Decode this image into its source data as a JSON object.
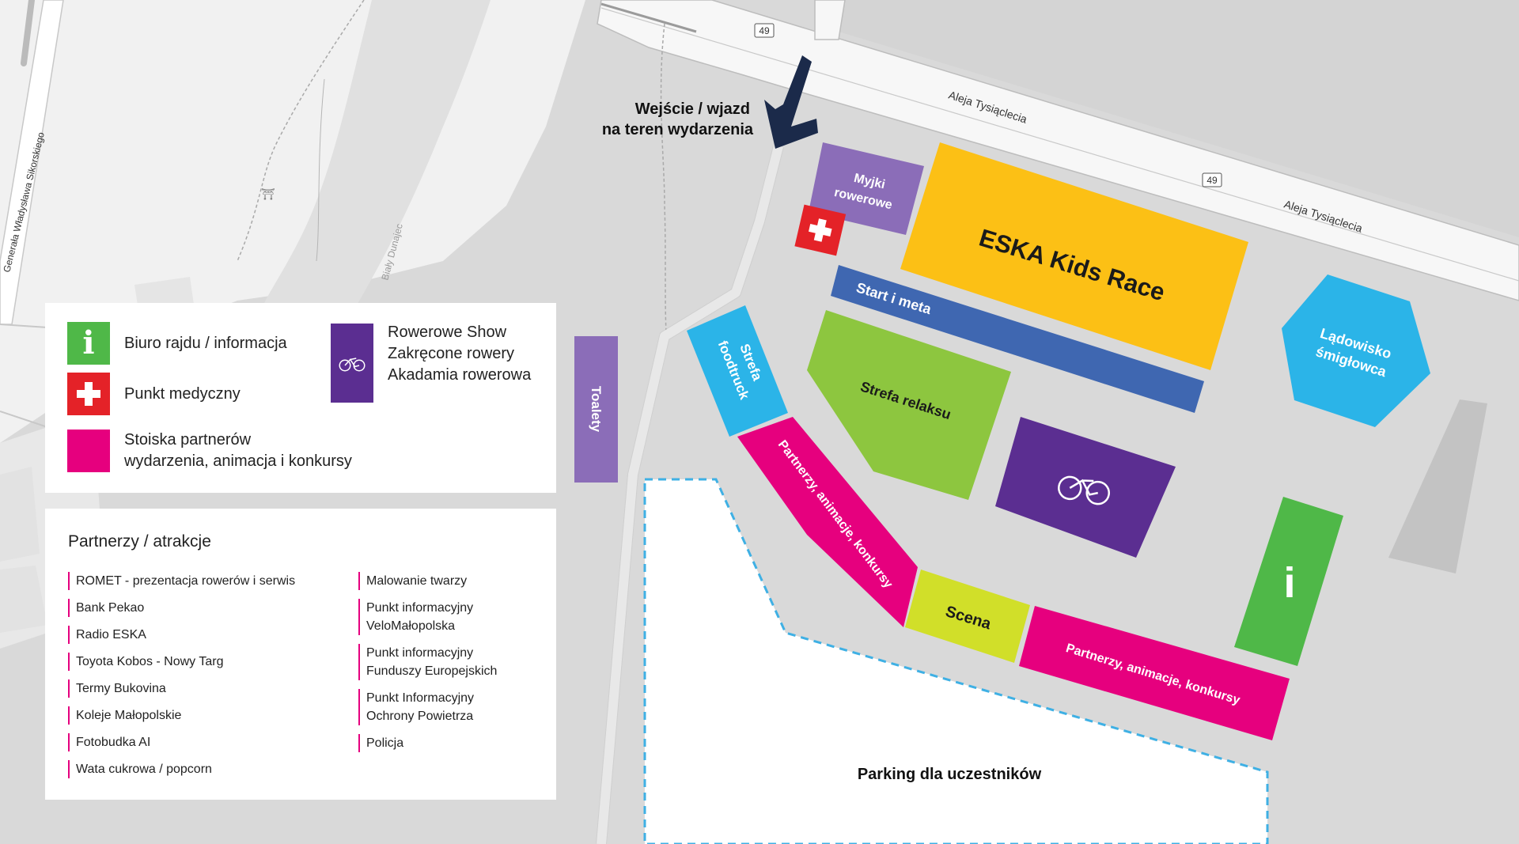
{
  "roads": {
    "main_road_1": "Aleja Tysiąclecia",
    "main_road_2": "Aleja Tysiąclecia",
    "road_number_1": "49",
    "road_number_2": "49",
    "side_street": "Generała Władysława Sikorskiego",
    "river": "Biały Dunajec"
  },
  "entrance": {
    "line1": "Wejście / wjazd",
    "line2": "na teren wydarzenia"
  },
  "zones": {
    "bike_wash": [
      "Myjki",
      "rowerowe"
    ],
    "kids_race": "ESKA Kids Race",
    "start_finish": "Start i meta",
    "helipad": [
      "Lądowisko",
      "śmigłowca"
    ],
    "toilets": "Toalety",
    "foodtruck": [
      "Strefa",
      "foodtruck"
    ],
    "relax": "Strefa relaksu",
    "partners_1": "Partnerzy, animacje, konkursy",
    "stage": "Scena",
    "partners_2": "Partnerzy, animacje, konkursy",
    "parking": "Parking dla uczestników",
    "info_glyph": "i"
  },
  "legend": {
    "info": {
      "label": "Biuro rajdu / informacja",
      "glyph": "i",
      "icon": "info-icon"
    },
    "medical": {
      "label": "Punkt medyczny",
      "icon": "medical-cross-icon"
    },
    "partners": {
      "lines": [
        "Stoiska partnerów",
        "wydarzenia, animacja i konkursy"
      ]
    },
    "bike_show": {
      "lines": [
        "Rowerowe Show",
        "Zakręcone rowery",
        "Akadamia rowerowa"
      ],
      "icon": "bicycle-icon"
    }
  },
  "partners_panel": {
    "title": "Partnerzy / atrakcje",
    "col1": [
      [
        "ROMET - prezentacja rowerów i serwis"
      ],
      [
        "Bank Pekao"
      ],
      [
        "Radio ESKA"
      ],
      [
        "Toyota Kobos - Nowy Targ"
      ],
      [
        "Termy Bukovina"
      ],
      [
        "Koleje Małopolskie"
      ],
      [
        "Fotobudka AI"
      ],
      [
        "Wata cukrowa / popcorn"
      ]
    ],
    "col2": [
      [
        "Malowanie twarzy"
      ],
      [
        "Punkt informacyjny",
        "VeloMałopolska"
      ],
      [
        "Punkt informacyjny",
        "Funduszy Europejskich"
      ],
      [
        "Punkt Informacyjny",
        "Ochrony Powietrza"
      ],
      [
        "Policja"
      ]
    ]
  },
  "colors": {
    "purple_light": "#8b6db8",
    "purple_dark": "#5b2e91",
    "yellow": "#fcc015",
    "blue_start": "#3f67b1",
    "cyan": "#2bb4e8",
    "green": "#8dc63f",
    "pink": "#e6007e",
    "lime": "#d1df29",
    "info_green": "#4fb848",
    "red": "#e42228"
  }
}
